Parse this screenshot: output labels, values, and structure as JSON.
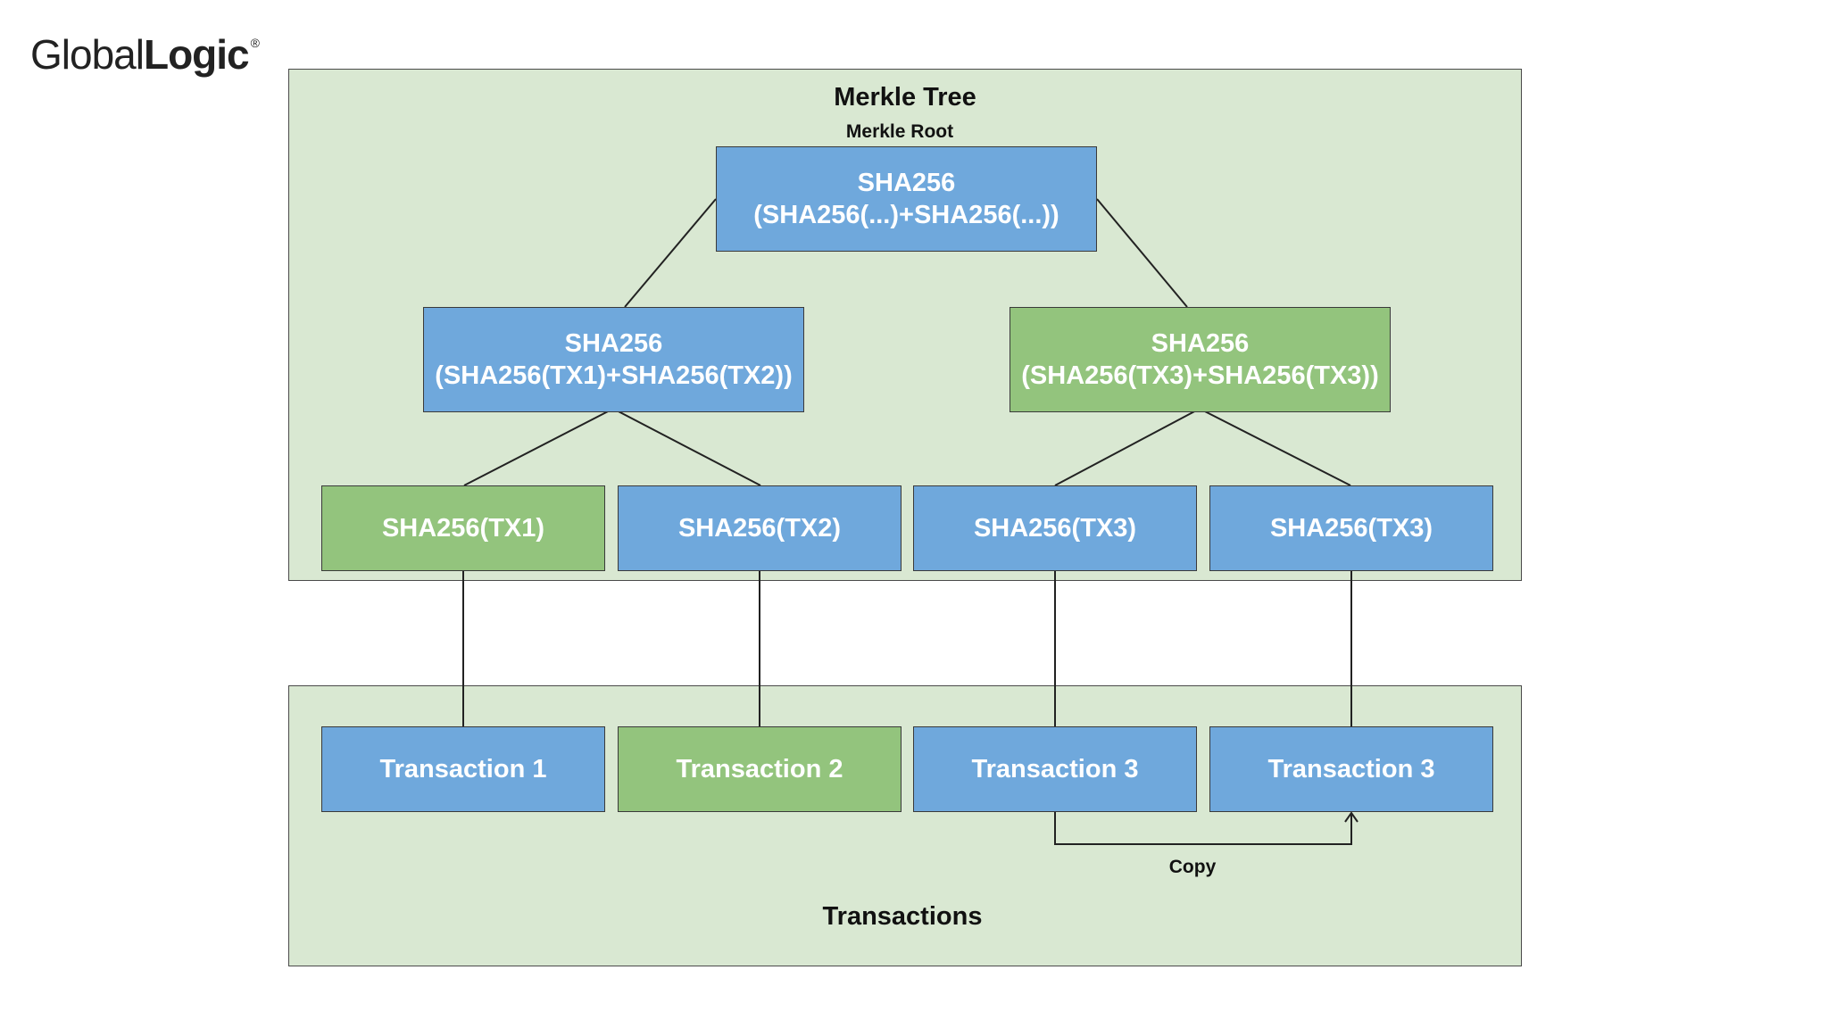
{
  "logo": {
    "light": "Global",
    "bold": "Logic",
    "mark": "®"
  },
  "tree": {
    "title": "Merkle Tree",
    "root_label": "Merkle Root",
    "root": {
      "line1": "SHA256",
      "line2": "(SHA256(...)+SHA256(...))",
      "color": "blue"
    },
    "mid_left": {
      "line1": "SHA256",
      "line2": "(SHA256(TX1)+SHA256(TX2))",
      "color": "blue"
    },
    "mid_right": {
      "line1": "SHA256",
      "line2": "(SHA256(TX3)+SHA256(TX3))",
      "color": "green"
    },
    "leaves": [
      {
        "label": "SHA256(TX1)",
        "color": "green"
      },
      {
        "label": "SHA256(TX2)",
        "color": "blue"
      },
      {
        "label": "SHA256(TX3)",
        "color": "blue"
      },
      {
        "label": "SHA256(TX3)",
        "color": "blue"
      }
    ]
  },
  "transactions": {
    "title": "Transactions",
    "copy_label": "Copy",
    "items": [
      {
        "label": "Transaction 1",
        "color": "blue"
      },
      {
        "label": "Transaction 2",
        "color": "green"
      },
      {
        "label": "Transaction 3",
        "color": "blue"
      },
      {
        "label": "Transaction 3",
        "color": "blue"
      }
    ]
  },
  "colors": {
    "panel_fill": "#d9e8d2",
    "node_blue": "#6fa8dc",
    "node_green": "#93c47d"
  }
}
